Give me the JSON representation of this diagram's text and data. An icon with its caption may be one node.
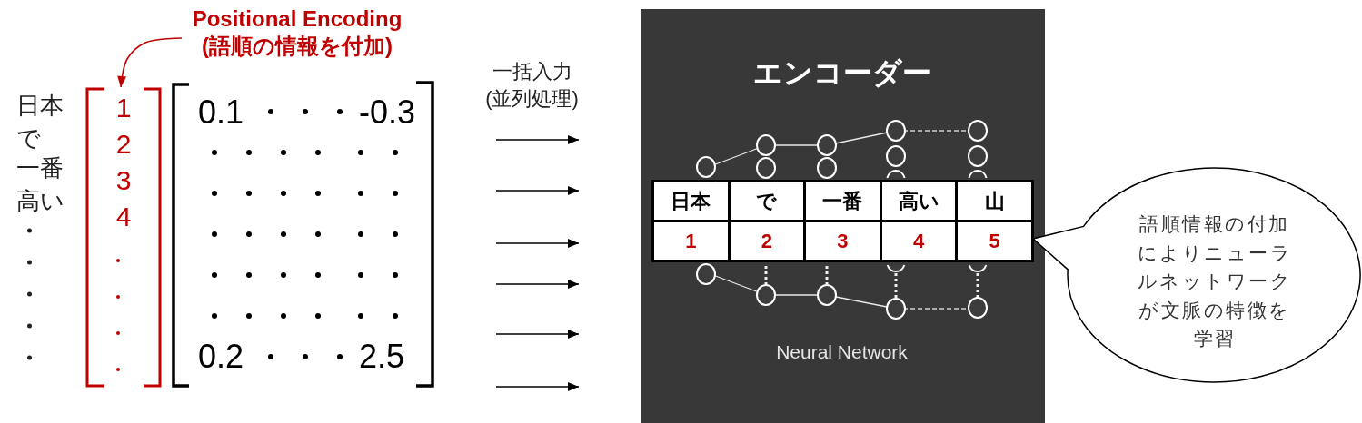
{
  "diagram": {
    "nodes": [
      {
        "text": [
          "Positional Encoding (語順の情報を付加)"
        ]
      },
      {
        "text": [
          "1",
          "2",
          "3",
          "4"
        ]
      },
      {
        "text": [
          "0.1",
          "-0.3",
          "0.2",
          "2.5"
        ]
      },
      {
        "text": [
          "エンコーダー",
          "Neural Network"
        ]
      },
      {
        "text": [
          "語順情報の付加によりニューラルネットワークが文脈の特徴を学習"
        ]
      }
    ],
    "edges": [
      {
        "from": 0,
        "to": 1,
        "arrow": "to",
        "color": "#c00000"
      },
      {
        "from": 2,
        "to": 3,
        "arrow": "to"
      },
      {
        "from": 2,
        "to": 3,
        "arrow": "to"
      },
      {
        "from": 2,
        "to": 3,
        "arrow": "to"
      },
      {
        "from": 2,
        "to": 3,
        "arrow": "to"
      },
      {
        "from": 2,
        "to": 3,
        "arrow": "to"
      },
      {
        "from": 2,
        "to": 3,
        "arrow": "to"
      }
    ],
    "labels": [
      "日本",
      "で",
      "一番",
      "高い",
      "一括入力 (並列処理)",
      "日本",
      "で",
      "一番",
      "高い",
      "山",
      "1",
      "2",
      "3",
      "4",
      "5"
    ]
  }
}
